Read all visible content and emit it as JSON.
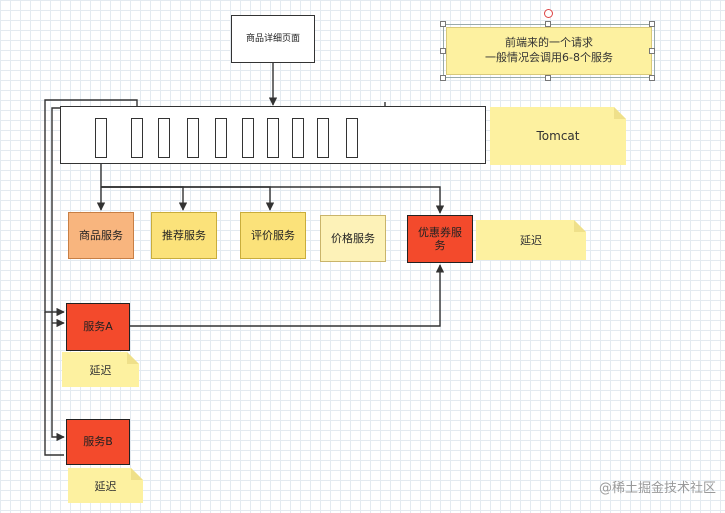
{
  "page": {
    "title": "商品详细页面"
  },
  "notes": {
    "request": "前端来的一个请求\n一般情况会调用6-8个服务",
    "tomcat": "Tomcat",
    "delay_coupon": "延迟",
    "delay_a": "延迟",
    "delay_b": "延迟"
  },
  "services": [
    {
      "label": "商品服务",
      "color": "#f8b57e"
    },
    {
      "label": "推荐服务",
      "color": "#fbe27a"
    },
    {
      "label": "评价服务",
      "color": "#fbe27a"
    },
    {
      "label": "价格服务",
      "color": "#fdf2b8"
    },
    {
      "label": "优惠券服务",
      "color": "#f34a2c"
    }
  ],
  "service_a": {
    "label": "服务A",
    "color": "#f34a2c"
  },
  "service_b": {
    "label": "服务B",
    "color": "#f34a2c"
  },
  "watermark": "@稀土掘金技术社区"
}
